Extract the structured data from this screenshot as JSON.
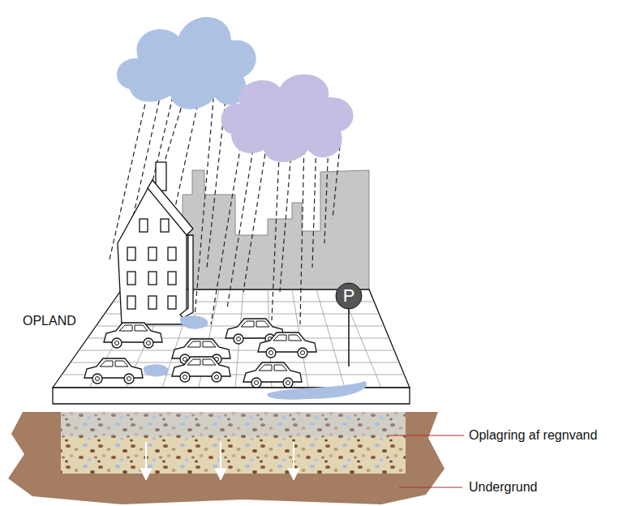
{
  "diagram": {
    "labels": [
      "OPLAND",
      "P",
      "Oplagring af regnvand",
      "Undergrund"
    ]
  }
}
